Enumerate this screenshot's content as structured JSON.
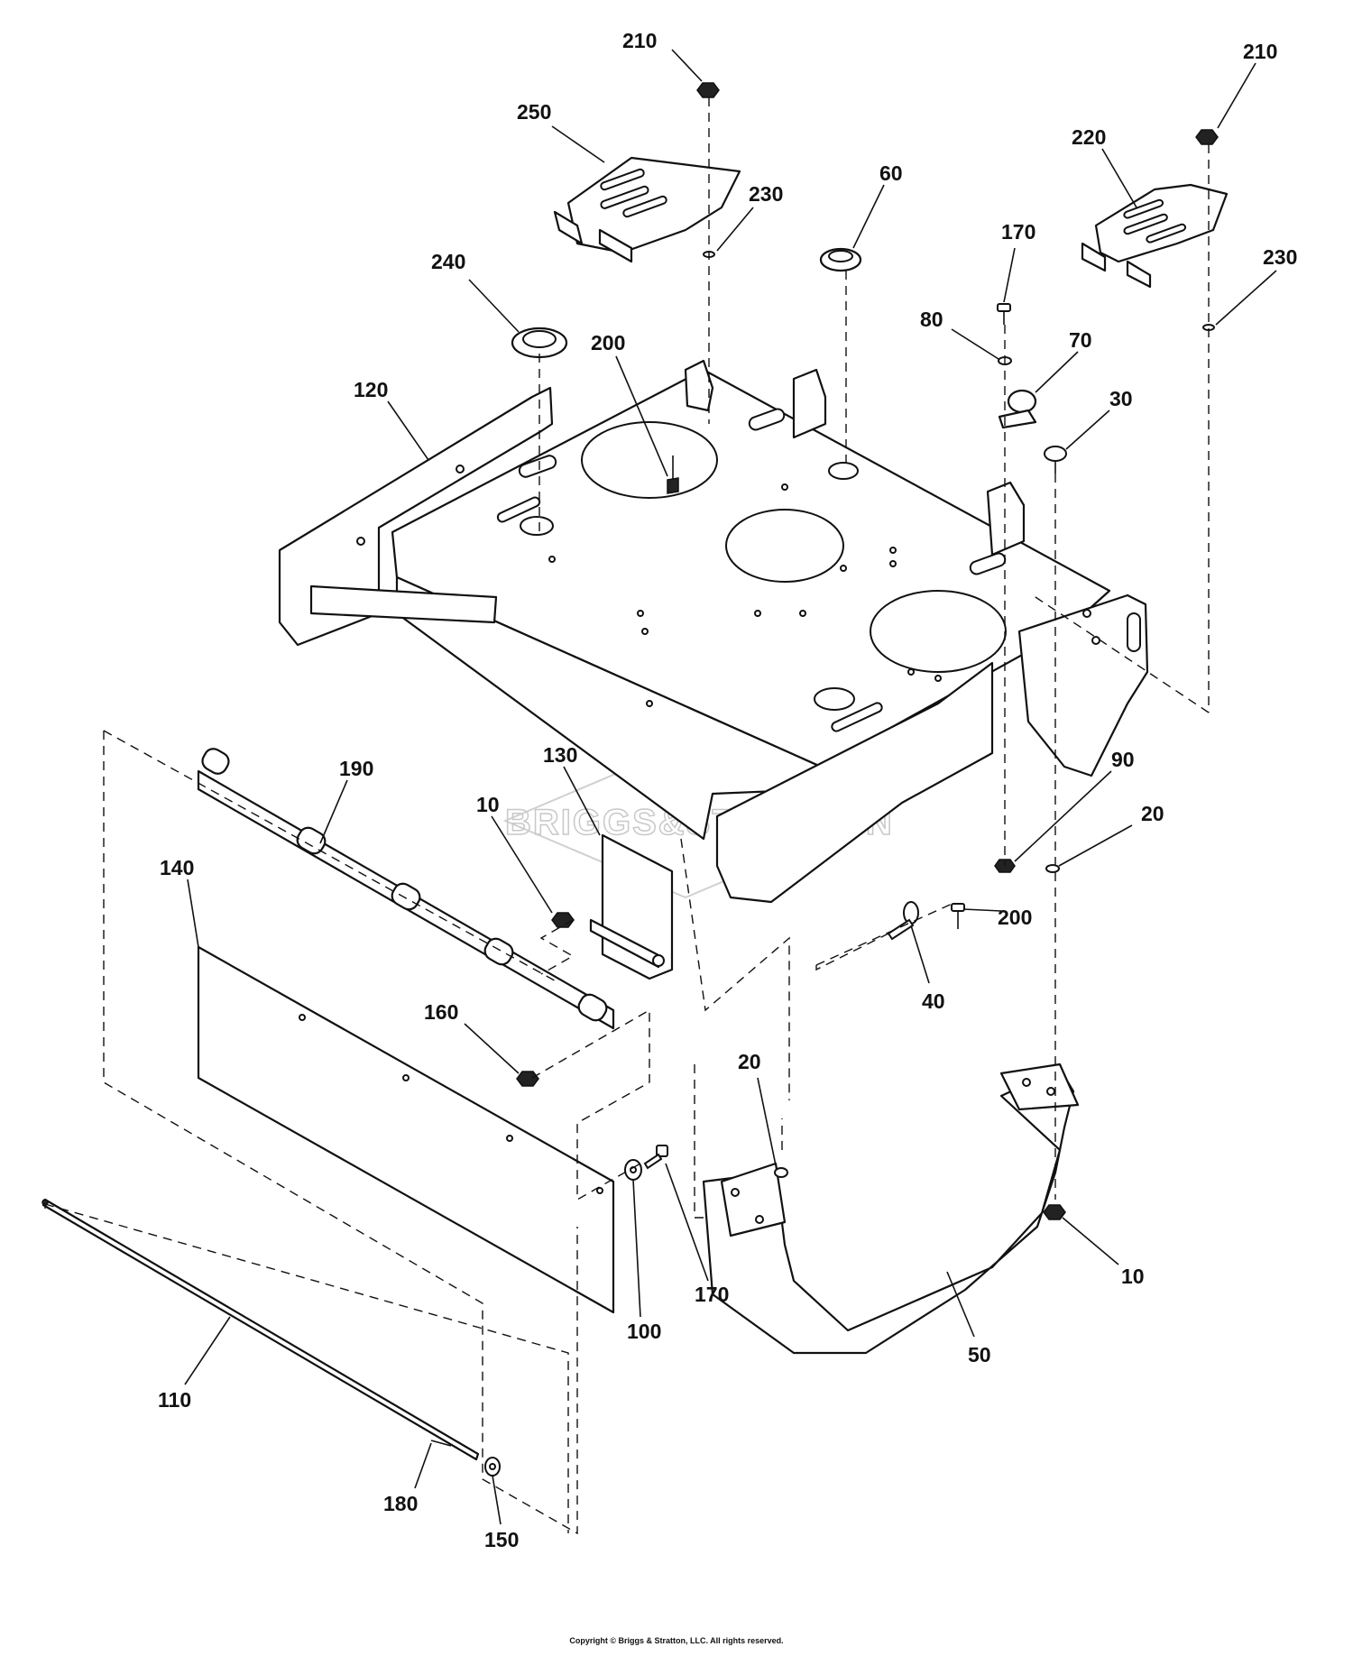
{
  "watermark_text": "BRIGGS&STRATTON",
  "copyright": "Copyright © Briggs & Stratton, LLC. All rights reserved.",
  "callouts": {
    "c210a": "210",
    "c250": "250",
    "c230a": "230",
    "c60": "60",
    "c210b": "210",
    "c220": "220",
    "c170a": "170",
    "c230b": "230",
    "c240": "240",
    "c80": "80",
    "c70": "70",
    "c200a": "200",
    "c30": "30",
    "c120": "120",
    "c190": "190",
    "c130": "130",
    "c10a": "10",
    "c90": "90",
    "c20a": "20",
    "c140": "140",
    "c200b": "200",
    "c40": "40",
    "c160": "160",
    "c20b": "20",
    "c10b": "10",
    "c100": "100",
    "c170b": "170",
    "c50": "50",
    "c110": "110",
    "c180": "180",
    "c150": "150"
  }
}
